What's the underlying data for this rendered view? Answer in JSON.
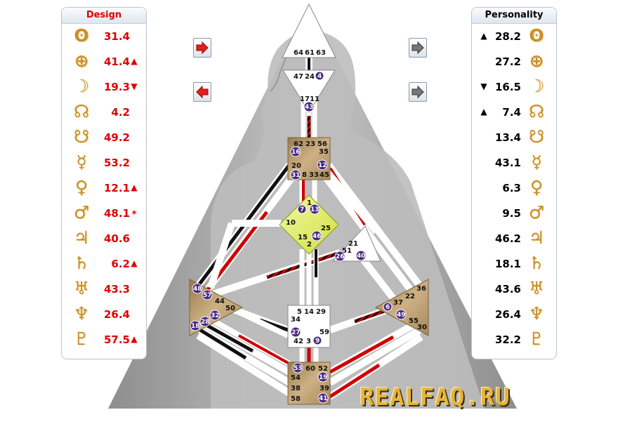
{
  "design": {
    "title": "Design",
    "rows": [
      {
        "icon": "sun-icon",
        "glyph": "ʘ",
        "value": "31.4",
        "mark": ""
      },
      {
        "icon": "earth-icon",
        "glyph": "⊕",
        "value": "41.4",
        "mark": "▲"
      },
      {
        "icon": "moon-icon",
        "glyph": "☽",
        "value": "19.3",
        "mark": "▼"
      },
      {
        "icon": "north-node-icon",
        "glyph": "☊",
        "value": "4.2",
        "mark": ""
      },
      {
        "icon": "south-node-icon",
        "glyph": "☋",
        "value": "49.2",
        "mark": ""
      },
      {
        "icon": "mercury-icon",
        "glyph": "☿",
        "value": "53.2",
        "mark": ""
      },
      {
        "icon": "venus-icon",
        "glyph": "♀",
        "value": "12.1",
        "mark": "▲"
      },
      {
        "icon": "mars-icon",
        "glyph": "♂",
        "value": "48.1",
        "mark": "✶"
      },
      {
        "icon": "jupiter-icon",
        "glyph": "♃",
        "value": "40.6",
        "mark": ""
      },
      {
        "icon": "saturn-icon",
        "glyph": "♄",
        "value": "6.2",
        "mark": "▲"
      },
      {
        "icon": "uranus-icon",
        "glyph": "♅",
        "value": "43.3",
        "mark": ""
      },
      {
        "icon": "neptune-icon",
        "glyph": "♆",
        "value": "26.4",
        "mark": ""
      },
      {
        "icon": "pluto-icon",
        "glyph": "♇",
        "value": "57.5",
        "mark": "▲"
      }
    ]
  },
  "personality": {
    "title": "Personality",
    "rows": [
      {
        "icon": "sun-icon",
        "glyph": "ʘ",
        "value": "28.2",
        "mark": "▲"
      },
      {
        "icon": "earth-icon",
        "glyph": "⊕",
        "value": "27.2",
        "mark": ""
      },
      {
        "icon": "moon-icon",
        "glyph": "☽",
        "value": "16.5",
        "mark": "▼"
      },
      {
        "icon": "north-node-icon",
        "glyph": "☊",
        "value": "7.4",
        "mark": "▲"
      },
      {
        "icon": "south-node-icon",
        "glyph": "☋",
        "value": "13.4",
        "mark": ""
      },
      {
        "icon": "mercury-icon",
        "glyph": "☿",
        "value": "43.1",
        "mark": ""
      },
      {
        "icon": "venus-icon",
        "glyph": "♀",
        "value": "6.3",
        "mark": ""
      },
      {
        "icon": "mars-icon",
        "glyph": "♂",
        "value": "9.5",
        "mark": ""
      },
      {
        "icon": "jupiter-icon",
        "glyph": "♃",
        "value": "46.2",
        "mark": ""
      },
      {
        "icon": "saturn-icon",
        "glyph": "♄",
        "value": "18.1",
        "mark": ""
      },
      {
        "icon": "uranus-icon",
        "glyph": "♅",
        "value": "43.6",
        "mark": ""
      },
      {
        "icon": "neptune-icon",
        "glyph": "♆",
        "value": "26.4",
        "mark": ""
      },
      {
        "icon": "pluto-icon",
        "glyph": "♇",
        "value": "32.2",
        "mark": ""
      }
    ]
  },
  "nav": {
    "design_next": "next-arrow-icon",
    "design_prev": "prev-arrow-icon",
    "personality_next": "next-arrow-icon",
    "personality_prev": "next-arrow-icon"
  },
  "colors": {
    "design": "#e00000",
    "personality": "#000000",
    "defined_center": "#b89a6a",
    "g_center": "#e4f27a",
    "gate_badge": "#4a2a80",
    "glyph_gold": "#c9902a"
  },
  "centers": {
    "head": {
      "gates": [
        "64",
        "61",
        "63"
      ]
    },
    "ajna": {
      "gates": [
        "47",
        "24",
        "4"
      ],
      "active": [
        "4"
      ]
    },
    "throat": {
      "gates": [
        "62",
        "23",
        "56",
        "16",
        "35",
        "20",
        "12",
        "31",
        "8",
        "33",
        "45"
      ],
      "active": [
        "16",
        "12",
        "31"
      ]
    },
    "gate_17_11_43": {
      "gates": [
        "17",
        "11",
        "43"
      ],
      "active": [
        "43"
      ]
    },
    "g": {
      "gates": [
        "1",
        "7",
        "13",
        "10",
        "25",
        "15",
        "46",
        "2"
      ],
      "active": [
        "7",
        "13",
        "46"
      ]
    },
    "heart": {
      "gates": [
        "21",
        "51",
        "26",
        "40"
      ],
      "active": [
        "26",
        "40"
      ]
    },
    "spleen": {
      "gates": [
        "48",
        "57",
        "44",
        "50",
        "32",
        "28",
        "18"
      ],
      "active": [
        "48",
        "57",
        "32",
        "28",
        "18"
      ]
    },
    "solar_plexus": {
      "gates": [
        "36",
        "22",
        "37",
        "6",
        "49",
        "55",
        "30"
      ],
      "active": [
        "37",
        "6",
        "49"
      ]
    },
    "sacral": {
      "gates": [
        "5",
        "14",
        "29",
        "34",
        "27",
        "59",
        "42",
        "3",
        "9"
      ],
      "active": [
        "27",
        "9"
      ]
    },
    "root": {
      "gates": [
        "53",
        "60",
        "52",
        "19",
        "54",
        "39",
        "38",
        "58",
        "41"
      ],
      "active": [
        "53",
        "19",
        "41"
      ]
    }
  },
  "watermark": "REALFAQ.RU"
}
